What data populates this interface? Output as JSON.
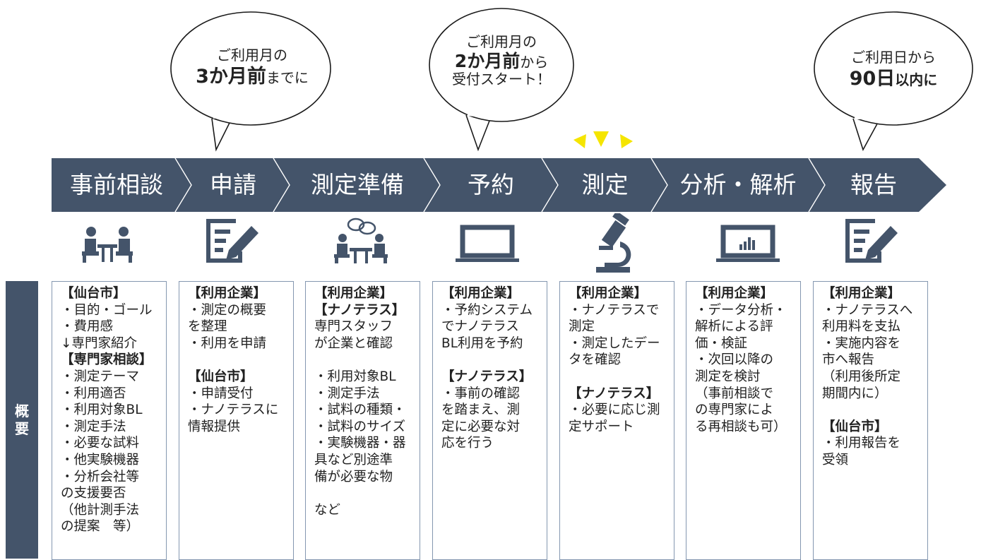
{
  "bubbles": [
    {
      "line1": "ご利用月の",
      "line2_strong": "3か月前",
      "line2_rest": "までに"
    },
    {
      "line1": "ご利用月の",
      "line2_strong": "2か月前",
      "line2_rest": "から",
      "line3": "受付スタート！"
    },
    {
      "line1": "ご利用日から",
      "line2_strong": "90日",
      "line2_rest": "以内に"
    }
  ],
  "steps": [
    "事前相談",
    "申請",
    "測定準備",
    "予約",
    "測定",
    "分析・解析",
    "報告"
  ],
  "icons": [
    "meeting-icon",
    "document-edit-icon",
    "discussion-icon",
    "laptop-icon",
    "microscope-icon",
    "analytics-laptop-icon",
    "document-edit-icon"
  ],
  "side_label": [
    "概",
    "要"
  ],
  "colors": {
    "arrow": "#44546a",
    "highlight": "#f5e500",
    "border": "#8497b0"
  },
  "boxes": [
    {
      "lines": [
        "【仙台市】",
        "・目的・ゴール",
        "・費用感",
        "↓専門家紹介",
        "【専門家相談】",
        "・測定テーマ",
        "・利用適否",
        "・利用対象BL",
        "・測定手法",
        "・必要な試料",
        "・他実験機器",
        "・分析会社等",
        "の支援要否",
        "（他計測手法",
        "の提案　等）"
      ],
      "heads": [
        0,
        4
      ]
    },
    {
      "lines": [
        "【利用企業】",
        "・測定の概要",
        "を整理",
        "・利用を申請",
        "",
        "【仙台市】",
        "・申請受付",
        "・ナノテラスに",
        "情報提供"
      ],
      "heads": [
        0,
        5
      ]
    },
    {
      "lines": [
        "【利用企業】",
        "【ナノテラス】",
        "専門スタッフ",
        "が企業と確認",
        "",
        "・利用対象BL",
        "・測定手法",
        "・試料の種類・",
        "・試料のサイズ",
        "・実験機器・器",
        "具など別途準",
        "備が必要な物",
        "",
        "など"
      ],
      "heads": [
        0,
        1
      ]
    },
    {
      "lines": [
        "【利用企業】",
        "・予約システム",
        "でナノテラス",
        "BL利用を予約",
        "",
        "【ナノテラス】",
        "・事前の確認",
        "を踏まえ、測",
        "定に必要な対",
        "応を行う"
      ],
      "heads": [
        0,
        5
      ]
    },
    {
      "lines": [
        "【利用企業】",
        "・ナノテラスで",
        "測定",
        "・測定したデー",
        "タを確認",
        "",
        "【ナノテラス】",
        "・必要に応じ測",
        "定サポート"
      ],
      "heads": [
        0,
        6
      ]
    },
    {
      "lines": [
        "【利用企業】",
        "・データ分析・",
        "解析による評",
        "価・検証",
        "・次回以降の",
        "測定を検討",
        "（事前相談で",
        "の専門家によ",
        "る再相談も可）"
      ],
      "heads": [
        0
      ]
    },
    {
      "lines": [
        "【利用企業】",
        "・ナノテラスへ",
        "利用料を支払",
        "・実施内容を",
        "市へ報告",
        "（利用後所定",
        "期間内に）",
        "",
        "【仙台市】",
        "・利用報告を",
        "受領"
      ],
      "heads": [
        0,
        8
      ]
    }
  ]
}
